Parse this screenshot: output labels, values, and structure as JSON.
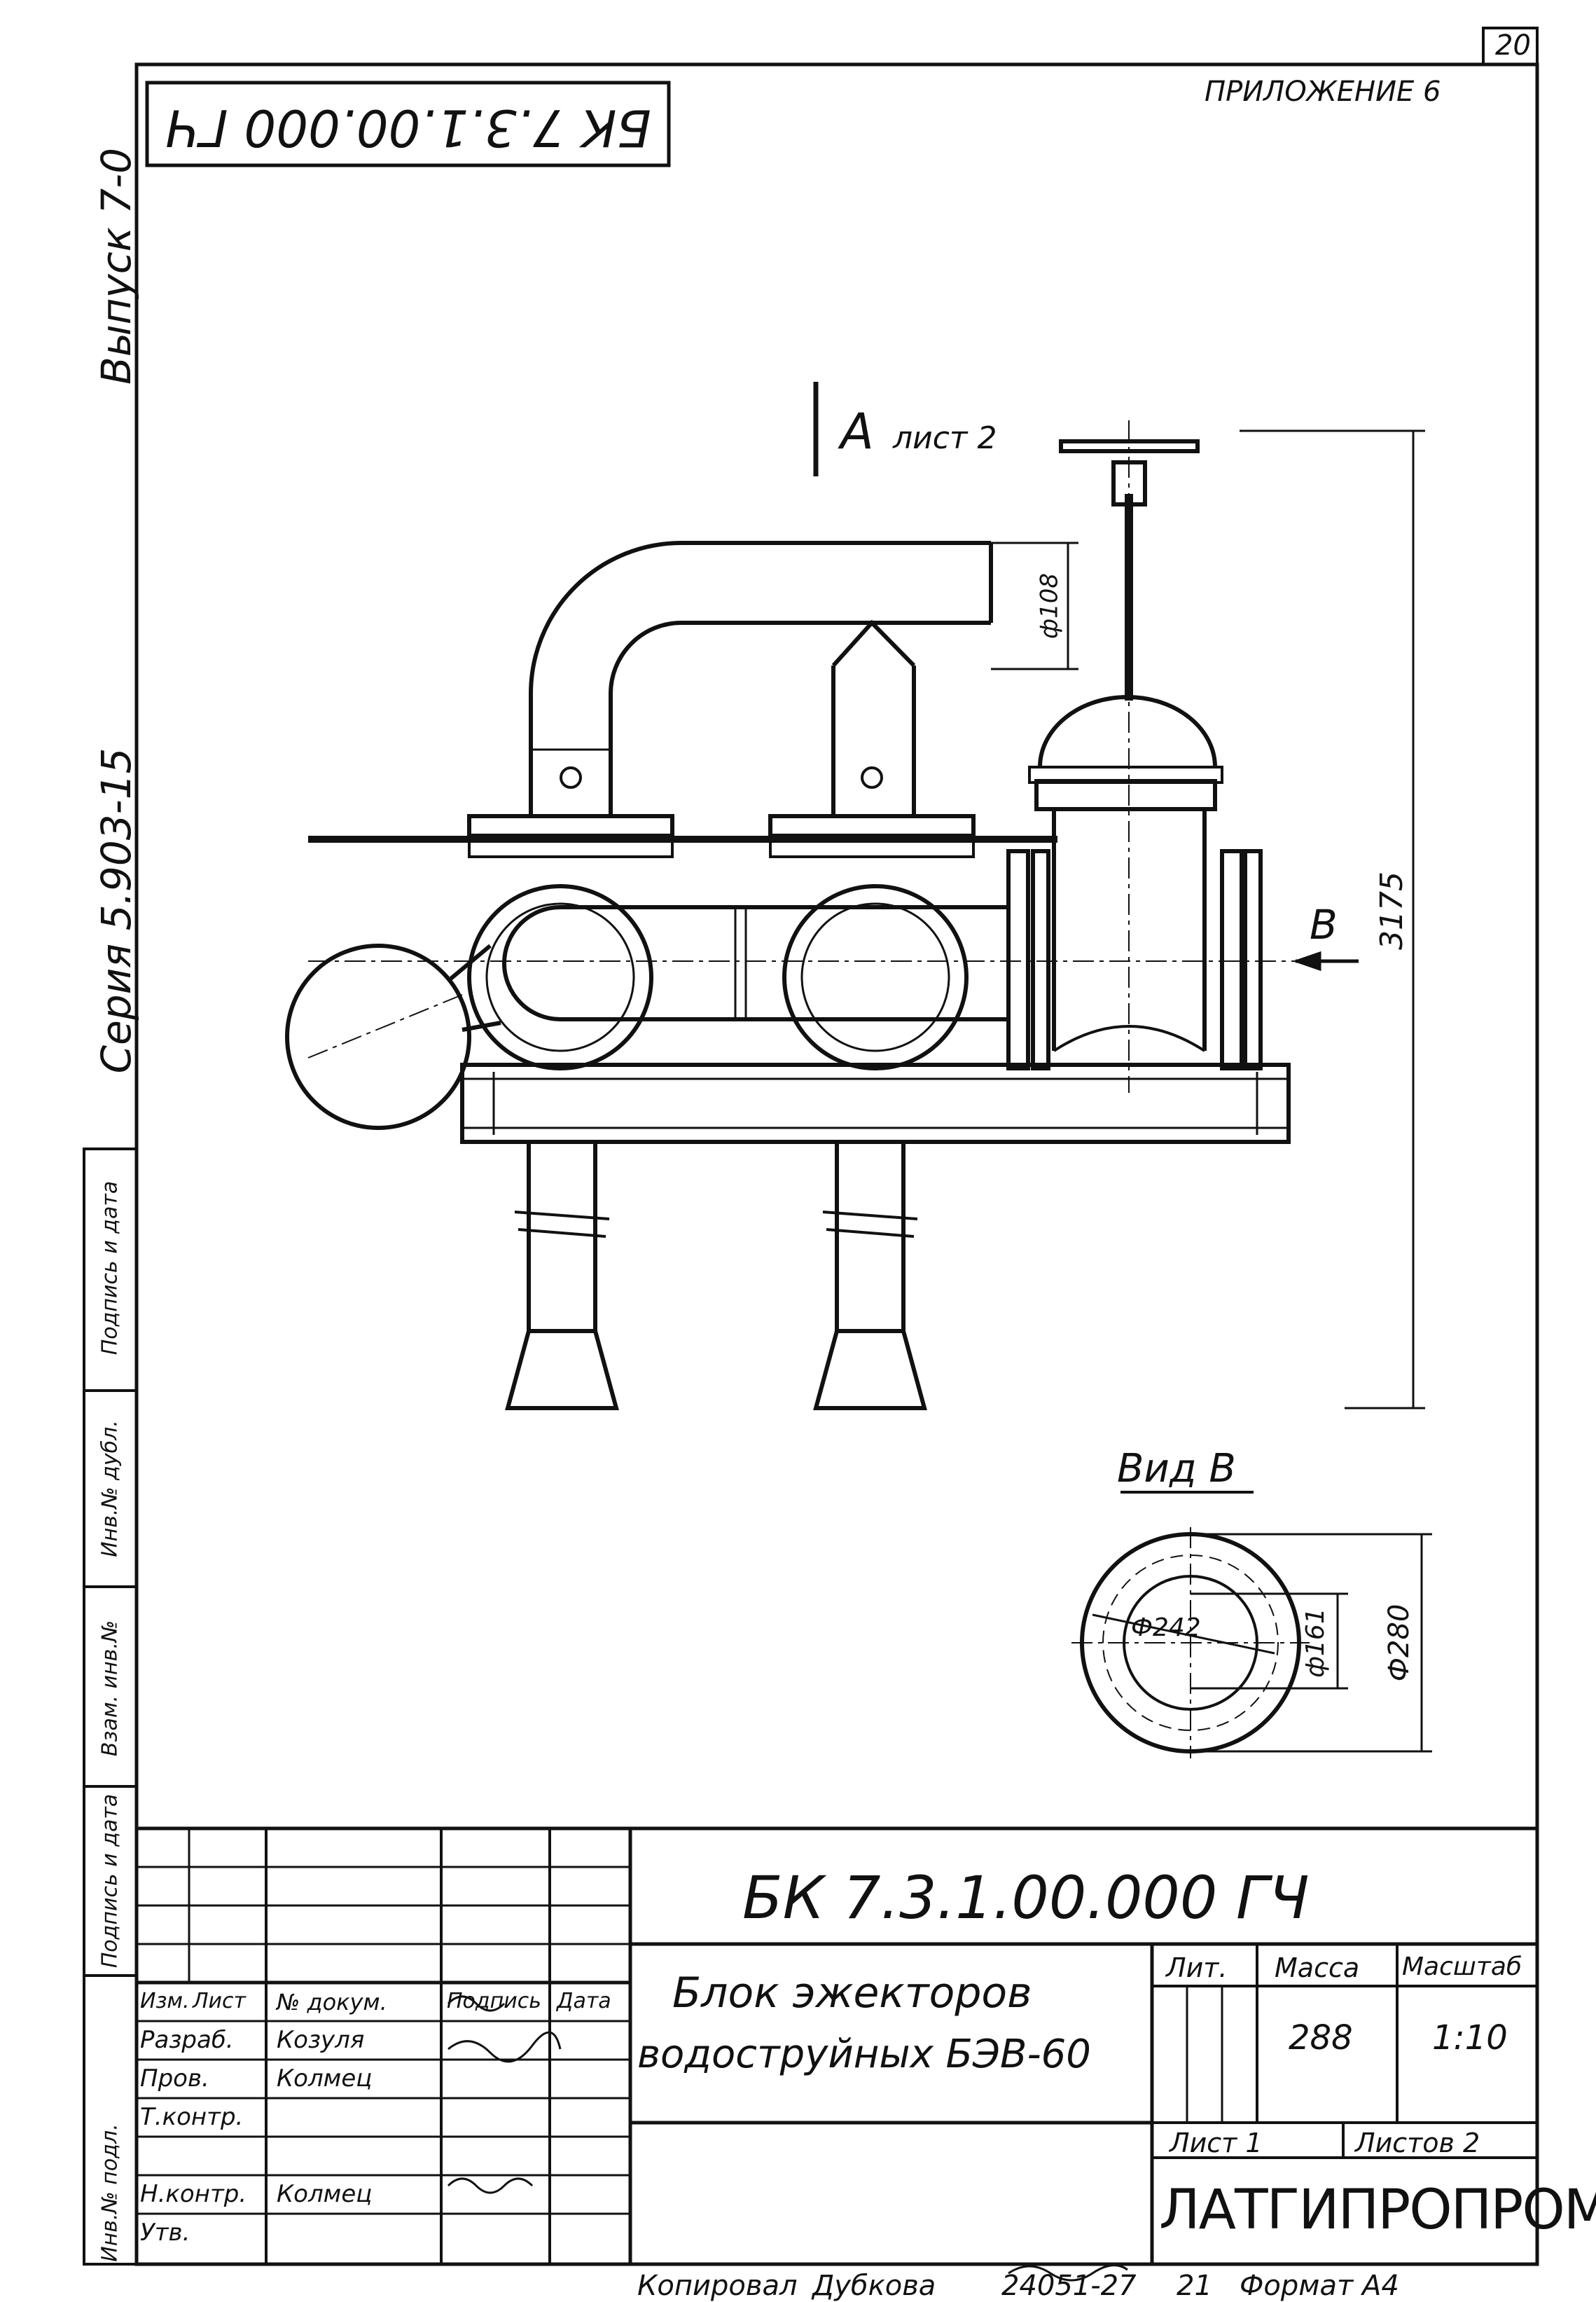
{
  "sheet_number": "20",
  "appendix": "ПРИЛОЖЕНИЕ 6",
  "doc_code_rotated": "БК 7.3.1.00.000 ГЧ",
  "side_labels": {
    "issue": "Выпуск 7-0",
    "series": "Серия 5.903-15"
  },
  "side_stamp_cells": [
    "Инв.№ подл.",
    "Подпись и дата",
    "Взам. инв.№",
    "Инв.№ дубл.",
    "Подпись и дата"
  ],
  "drawing": {
    "view_a": "А",
    "view_a_sheet": "лист 2",
    "view_b_arrow": "В",
    "dim_pipe": "ф108",
    "dim_height": "3175",
    "view_b_title": "Вид В",
    "dim_d242": "Ф242",
    "dim_d161": "ф161",
    "dim_d280": "Ф280"
  },
  "title_block": {
    "doc_code": "БК 7.3.1.00.000 ГЧ",
    "name_line1": "Блок эжекторов",
    "name_line2": "водоструйных БЭВ-60",
    "col_headers": [
      "Изм.",
      "Лист",
      "№ докум.",
      "Подпись",
      "Дата"
    ],
    "rows": [
      {
        "role": "Разраб.",
        "name": "Козуля"
      },
      {
        "role": "Пров.",
        "name": "Колмец"
      },
      {
        "role": "Т.контр.",
        "name": ""
      },
      {
        "role": "",
        "name": ""
      },
      {
        "role": "Н.контр.",
        "name": "Колмец"
      },
      {
        "role": "Утв.",
        "name": ""
      }
    ],
    "lit_label": "Лит.",
    "mass_label": "Масса",
    "scale_label": "Масштаб",
    "mass": "288",
    "scale": "1:10",
    "sheet_label": "Лист 1",
    "sheets_label": "Листов 2",
    "organization": "ЛАТГИПРОПРОМ"
  },
  "footer": {
    "copied": "Копировал",
    "copier": "Дубкова",
    "order": "24051-27",
    "sheet": "21",
    "format": "Формат А4"
  }
}
